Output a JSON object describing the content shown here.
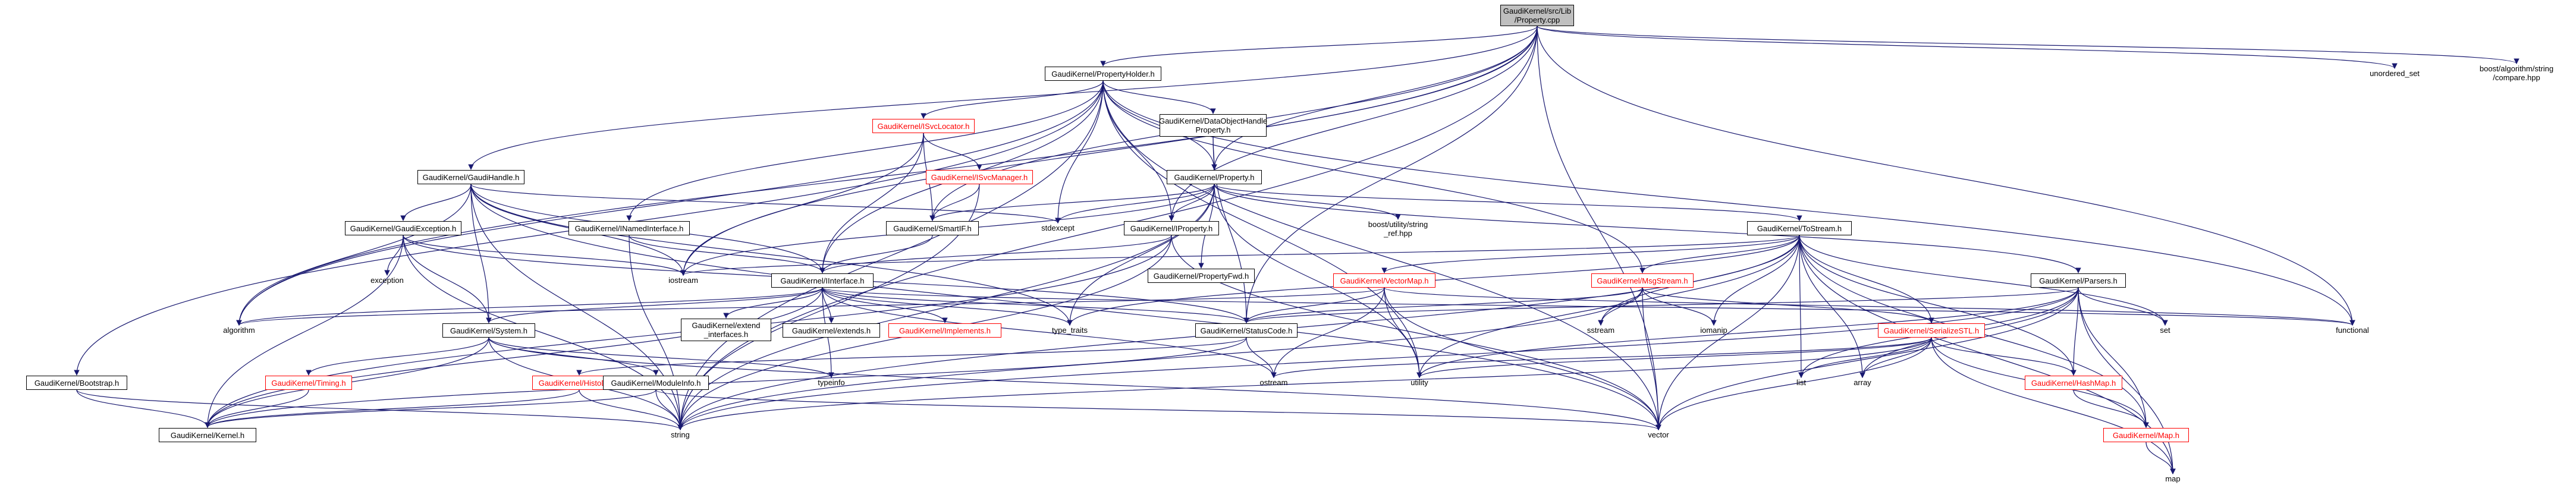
{
  "root": {
    "label": "GaudiKernel/src/Lib\n/Property.cpp"
  },
  "nodes": {
    "propertyholder": "GaudiKernel/PropertyHolder.h",
    "isvclocator": "GaudiKernel/ISvcLocator.h",
    "dataobjecthandleproperty": "GaudiKernel/DataObjectHandle\nProperty.h",
    "isvcmanager": "GaudiKernel/ISvcManager.h",
    "gaudihandle": "GaudiKernel/GaudiHandle.h",
    "property": "GaudiKernel/Property.h",
    "inamedinterface": "GaudiKernel/INamedInterface.h",
    "smartif": "GaudiKernel/SmartIF.h",
    "gaudiexception": "GaudiKernel/GaudiException.h",
    "iproperty": "GaudiKernel/IProperty.h",
    "propertyfwd": "GaudiKernel/PropertyFwd.h",
    "tostream": "GaudiKernel/ToStream.h",
    "iinterface": "GaudiKernel/IInterface.h",
    "vectormap": "GaudiKernel/VectorMap.h",
    "msgstream": "GaudiKernel/MsgStream.h",
    "parsers": "GaudiKernel/Parsers.h",
    "extend_interfaces": "GaudiKernel/extend\n_interfaces.h",
    "extends": "GaudiKernel/extends.h",
    "implements": "GaudiKernel/Implements.h",
    "statuscode": "GaudiKernel/StatusCode.h",
    "serializestl": "GaudiKernel/SerializeSTL.h",
    "system": "GaudiKernel/System.h",
    "bootstrap": "GaudiKernel/Bootstrap.h",
    "timing": "GaudiKernel/Timing.h",
    "histodef": "GaudiKernel/HistoDef.h",
    "moduleinfo": "GaudiKernel/ModuleInfo.h",
    "hashmap": "GaudiKernel/HashMap.h",
    "kernel": "GaudiKernel/Kernel.h",
    "map_h": "GaudiKernel/Map.h"
  },
  "std_headers": {
    "unordered_set": "unordered_set",
    "boost_compare": "boost/algorithm/string\n/compare.hpp",
    "stdexcept": "stdexcept",
    "boost_string_ref": "boost/utility/string\n_ref.hpp",
    "iostream": "iostream",
    "exception": "exception",
    "algorithm": "algorithm",
    "type_traits": "type_traits",
    "functional": "functional",
    "sstream": "sstream",
    "iomanip": "iomanip",
    "set": "set",
    "typeinfo": "typeinfo",
    "ostream": "ostream",
    "utility": "utility",
    "list": "list",
    "array": "array",
    "string": "string",
    "vector": "vector",
    "map": "map"
  },
  "colors": {
    "edge": "#191970",
    "root_fill": "#bfbfbf",
    "missing_border": "#ff0000",
    "std_border": "#cccccc"
  }
}
